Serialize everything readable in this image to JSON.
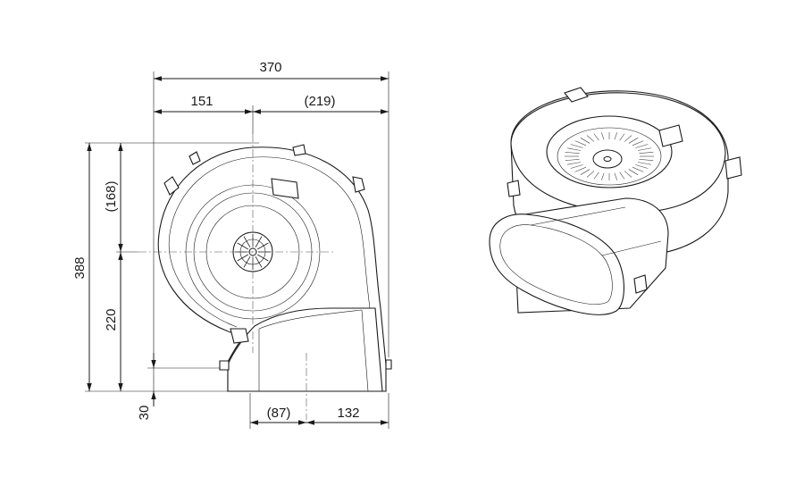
{
  "diagram": {
    "dimensions": {
      "overall_width": "370",
      "left_width": "151",
      "right_width": "(219)",
      "overall_height": "388",
      "upper_height": "(168)",
      "lower_height": "220",
      "outlet_offset": "30",
      "outlet_left": "(87)",
      "outlet_right": "132"
    }
  }
}
